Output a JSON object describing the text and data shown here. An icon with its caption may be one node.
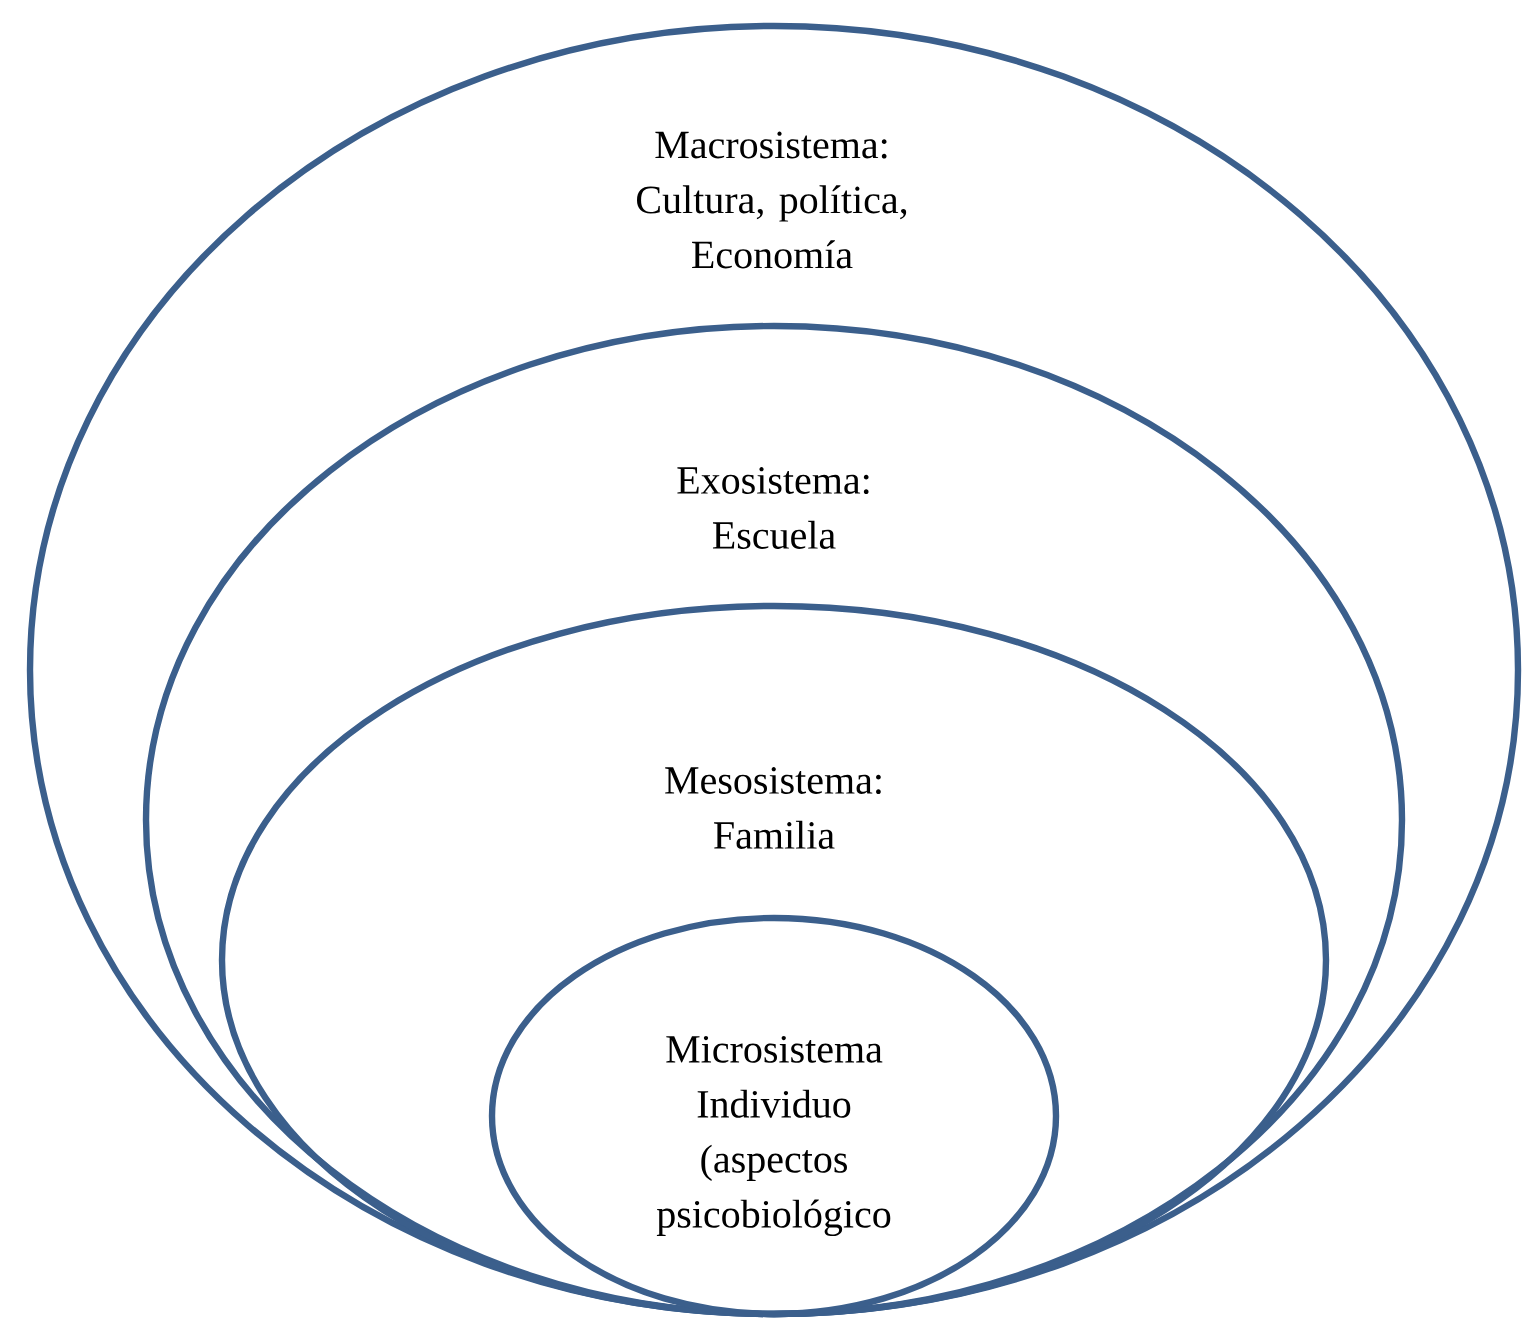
{
  "diagram": {
    "nodes": [
      {
        "text": [
          "Macrosistema: Cultura, política, Economía"
        ]
      },
      {
        "text": [
          "Exosistema: Escuela"
        ],
        "in": 0
      },
      {
        "text": [
          "Mesosistema: Familia"
        ],
        "in": 1
      },
      {
        "text": [
          "Microsistema Individuo (aspectos psicobiológico"
        ],
        "in": 2
      }
    ]
  }
}
